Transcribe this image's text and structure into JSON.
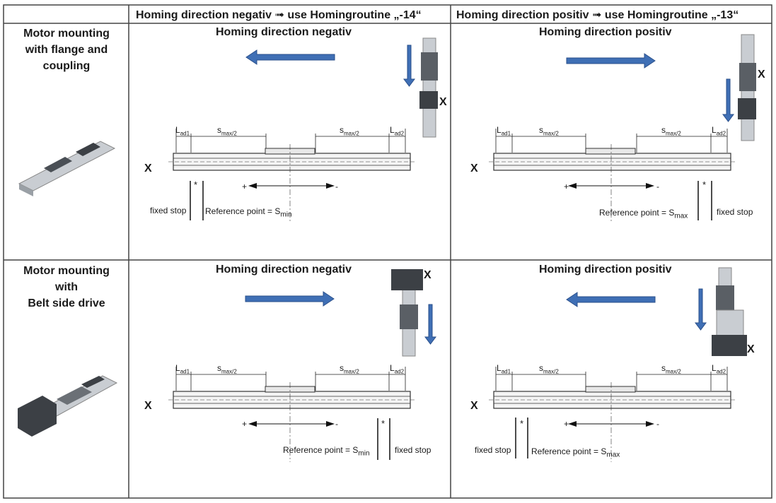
{
  "header": {
    "col1": "Homing direction negativ ➟ use Homingroutine „-14“",
    "col2": "Homing direction positiv ➟ use Homingroutine „-13“"
  },
  "rows": [
    {
      "label_lines": [
        "Motor mounting",
        "with flange and",
        "coupling"
      ]
    },
    {
      "label_lines": [
        "Motor mounting",
        "with",
        "Belt side drive"
      ]
    }
  ],
  "cells": [
    {
      "title": "Homing direction negativ",
      "ref_label": "Reference point = S",
      "ref_sub": "min",
      "fixed_stop": "fixed stop",
      "star": "*"
    },
    {
      "title": "Homing direction positiv",
      "ref_label": "Reference point = S",
      "ref_sub": "max",
      "fixed_stop": "fixed stop",
      "star": "*"
    },
    {
      "title": "Homing direction negativ",
      "ref_label": "Reference point = S",
      "ref_sub": "min",
      "fixed_stop": "fixed stop",
      "star": "*"
    },
    {
      "title": "Homing direction positiv",
      "ref_label": "Reference point = S",
      "ref_sub": "max",
      "fixed_stop": "fixed stop",
      "star": "*"
    }
  ],
  "dims": {
    "lad1_main": "L",
    "lad1_sub": "ad1",
    "lad2_main": "L",
    "lad2_sub": "ad2",
    "smax_main": "s",
    "smax_sub": "max/2"
  },
  "axis": {
    "plus": "+",
    "minus": "-",
    "x": "X"
  },
  "colors": {
    "arrow": "#3f6fb5",
    "arrow_edge": "#2a4f8a",
    "rail": "#555555",
    "grid": "#444444"
  }
}
